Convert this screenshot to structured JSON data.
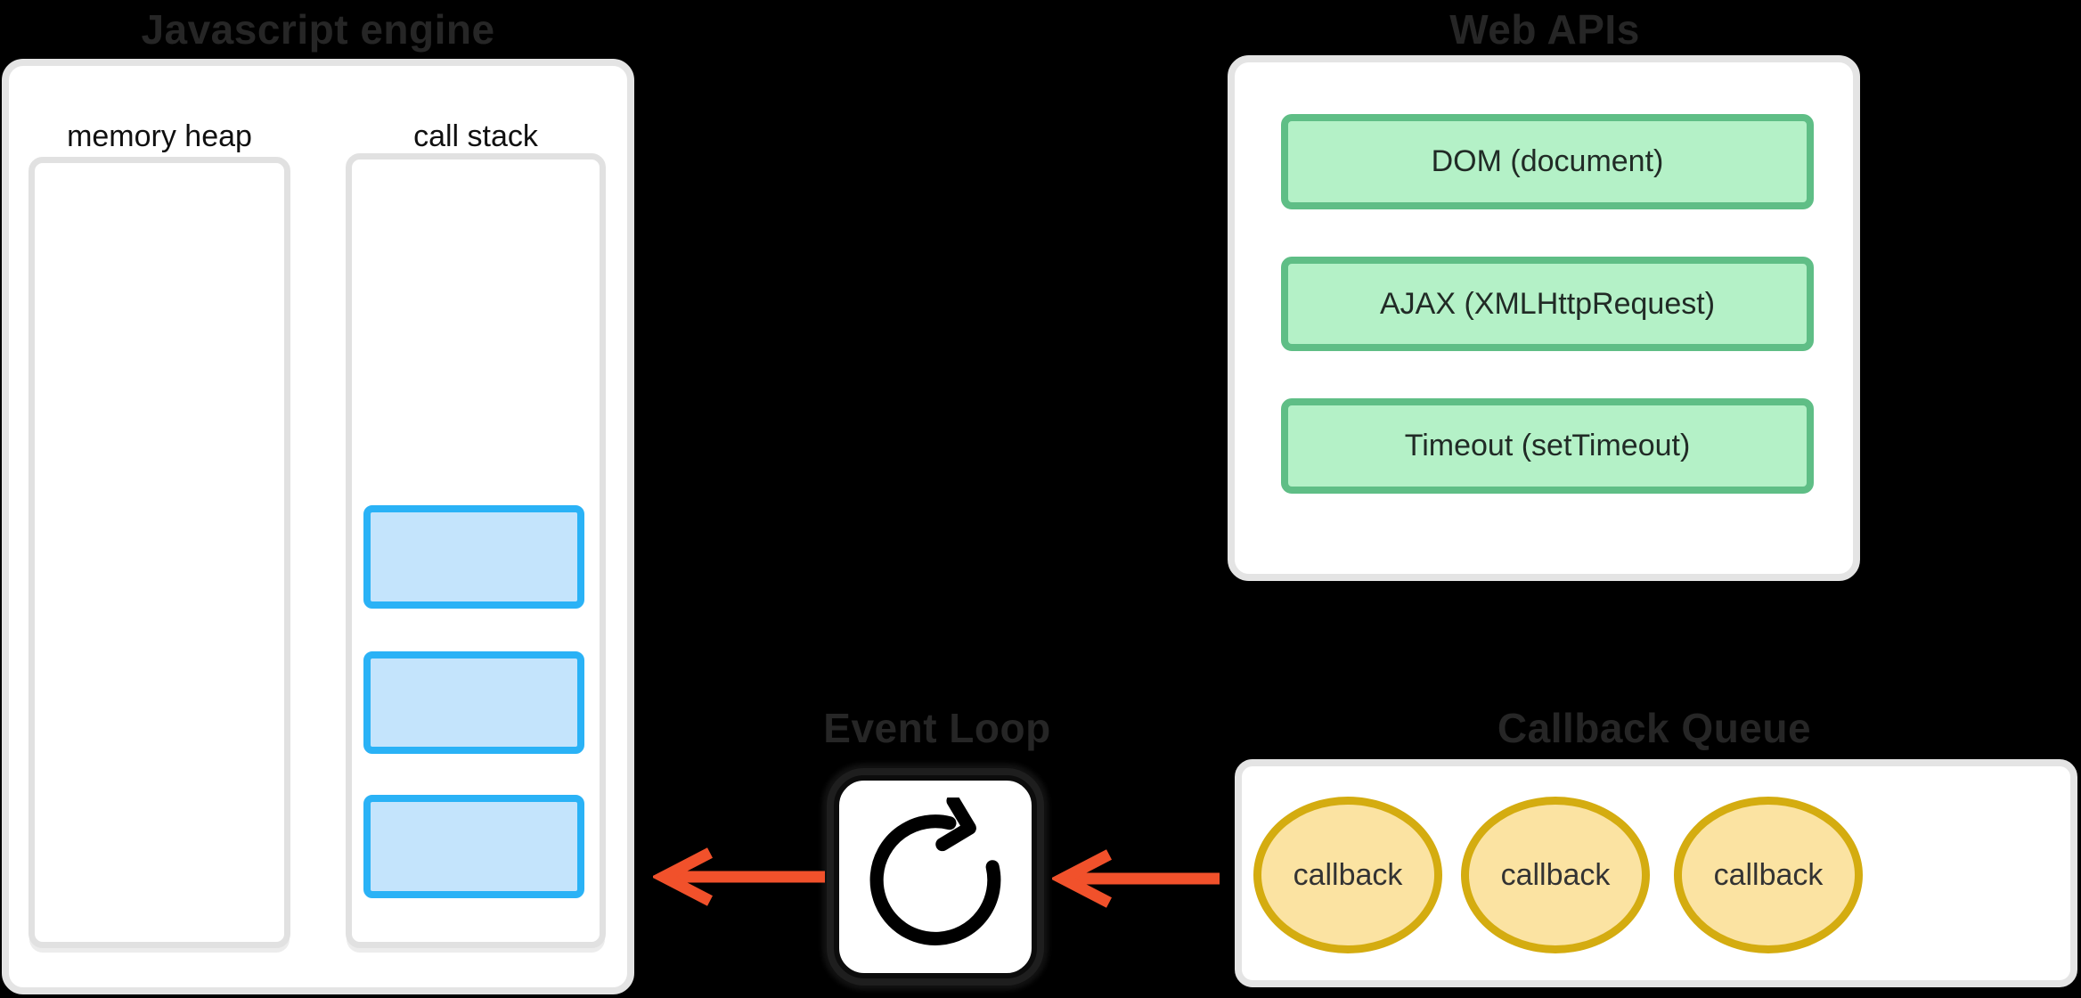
{
  "js_engine": {
    "title": "Javascript engine",
    "memory_heap_label": "memory heap",
    "call_stack_label": "call stack",
    "stack_frame_count": 3
  },
  "web_apis": {
    "title": "Web APIs",
    "items": [
      "DOM (document)",
      "AJAX (XMLHttpRequest)",
      "Timeout (setTimeout)"
    ]
  },
  "event_loop": {
    "title": "Event Loop",
    "icon": "refresh-clockwise-icon"
  },
  "callback_queue": {
    "title": "Callback Queue",
    "items": [
      "callback",
      "callback",
      "callback"
    ]
  },
  "colors": {
    "background": "#000000",
    "title_text": "#262626",
    "panel_border": "#e4e4e4",
    "inner_border": "#e1e1e1",
    "stack_frame_fill": "#c4e4fc",
    "stack_frame_border": "#2ab2f6",
    "api_fill": "#b4f1c7",
    "api_border": "#5fbe86",
    "callback_fill": "#fbe3a2",
    "callback_border": "#d4ac10",
    "arrow": "#f1512b"
  }
}
